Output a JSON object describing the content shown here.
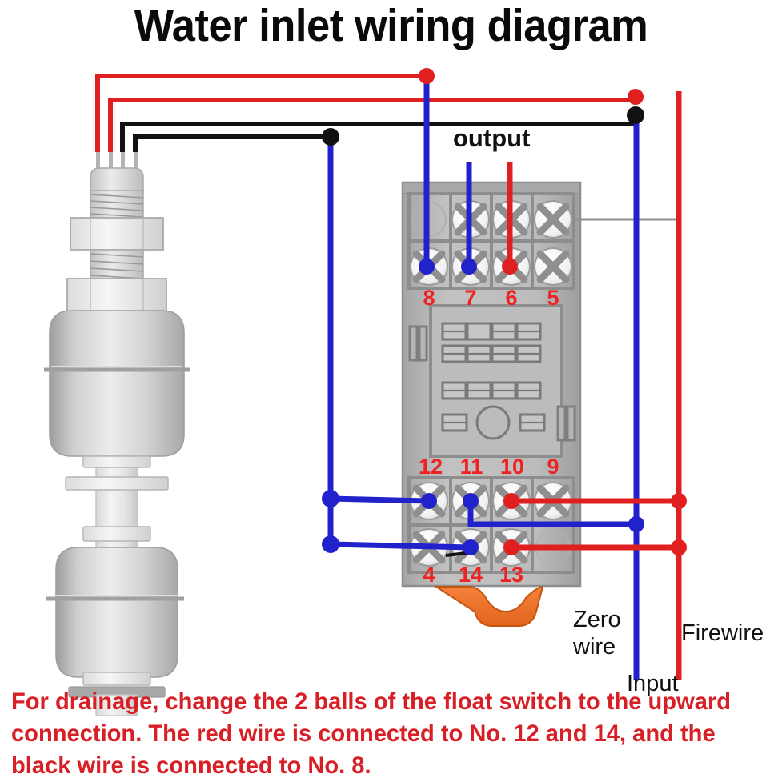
{
  "title": "Water inlet wiring diagram",
  "caption": "For drainage, change the 2 balls of the float switch to the upward connection. The red wire is connected to No. 12 and 14, and the black wire is connected to No. 8.",
  "labels": {
    "output": "output",
    "zero_wire_line1": "Zero",
    "zero_wire_line2": "wire",
    "firewire": "Firewire",
    "input": "Input"
  },
  "colors": {
    "red_wire": "#e02020",
    "blue_wire": "#2222cc",
    "black_wire": "#111111",
    "terminal_number": "#ee2222",
    "socket_body": "#b8b8b8",
    "socket_dark": "#8a8a8a",
    "clip_orange": "#ef7326",
    "float_gray": "#c9c9c9",
    "caption_red": "#d81f26",
    "title_black": "#0a0a0a"
  },
  "socket": {
    "top_terminals": [
      {
        "number": "8",
        "wire": "blue"
      },
      {
        "number": "7",
        "wire": "blue"
      },
      {
        "number": "6",
        "wire": "red"
      },
      {
        "number": "5",
        "wire": "none"
      }
    ],
    "bottom_upper_terminals": [
      {
        "number": "12",
        "wire": "blue"
      },
      {
        "number": "11",
        "wire": "blue"
      },
      {
        "number": "10",
        "wire": "red"
      },
      {
        "number": "9",
        "wire": "none"
      }
    ],
    "bottom_lower_terminals": [
      {
        "number": "4",
        "wire": "none"
      },
      {
        "number": "14",
        "wire": "blue"
      },
      {
        "number": "13",
        "wire": "red"
      }
    ]
  },
  "float_switch": {
    "lead_wires": [
      "red",
      "red",
      "black",
      "black"
    ],
    "ball_count": 2
  }
}
